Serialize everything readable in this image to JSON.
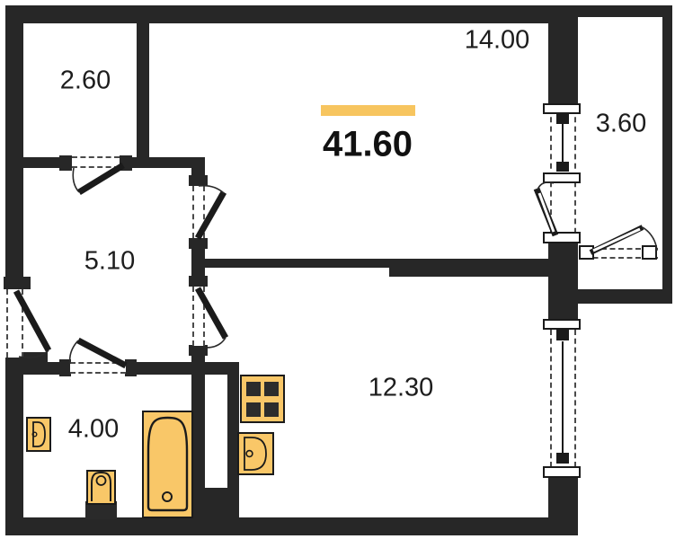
{
  "colors": {
    "accent": "#F7C55F",
    "wall": "#272727",
    "fixture_fill": "#F9C768",
    "line": "#1b1b1b"
  },
  "plan": {
    "total_area": "41.60",
    "rooms": [
      {
        "id": "storage",
        "area": "2.60"
      },
      {
        "id": "living-room",
        "area": "14.00"
      },
      {
        "id": "balcony",
        "area": "3.60"
      },
      {
        "id": "hallway",
        "area": "5.10"
      },
      {
        "id": "bathroom",
        "area": "4.00"
      },
      {
        "id": "kitchen-room",
        "area": "12.30"
      }
    ],
    "fixtures": [
      "bathtub-icon",
      "toilet-icon",
      "washbasin-icon",
      "stove-icon",
      "kitchen-sink-icon"
    ]
  }
}
